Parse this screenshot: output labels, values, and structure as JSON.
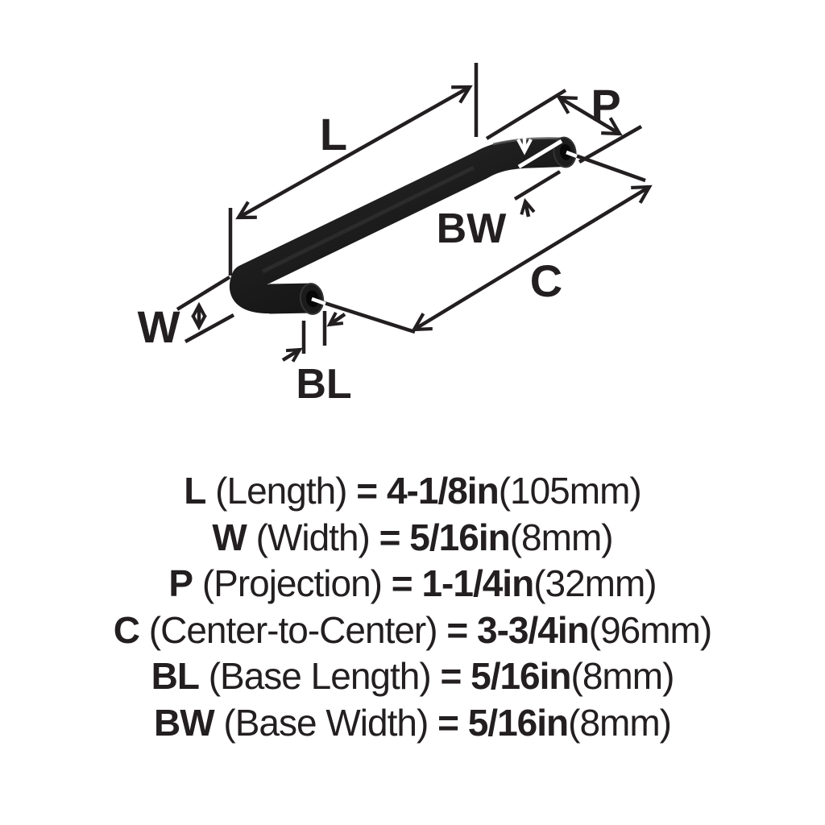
{
  "diagram": {
    "callouts": {
      "length": "L",
      "projection": "P",
      "center_to_center": "C",
      "width": "W",
      "base_length": "BL",
      "base_width": "BW"
    }
  },
  "spec_lines": [
    {
      "sym": "L",
      "name": "(Length)",
      "eq": "=",
      "val": "4-1/8in",
      "metric": "(105mm)"
    },
    {
      "sym": "W",
      "name": "(Width)",
      "eq": "=",
      "val": "5/16in",
      "metric": "(8mm)"
    },
    {
      "sym": "P",
      "name": "(Projection)",
      "eq": "=",
      "val": "1-1/4in",
      "metric": "(32mm)"
    },
    {
      "sym": "C",
      "name": "(Center-to-Center)",
      "eq": "=",
      "val": "3-3/4in",
      "metric": "(96mm)"
    },
    {
      "sym": "BL",
      "name": "(Base Length)",
      "eq": "=",
      "val": "5/16in",
      "metric": "(8mm)"
    },
    {
      "sym": "BW",
      "name": "(Base Width)",
      "eq": "=",
      "val": "5/16in",
      "metric": "(8mm)"
    }
  ],
  "colors": {
    "ink": "#231f20",
    "background": "#ffffff",
    "handle_dark": "#0e0e0e",
    "handle_mid": "#2b2b2b",
    "highlight": "#ffffff"
  }
}
